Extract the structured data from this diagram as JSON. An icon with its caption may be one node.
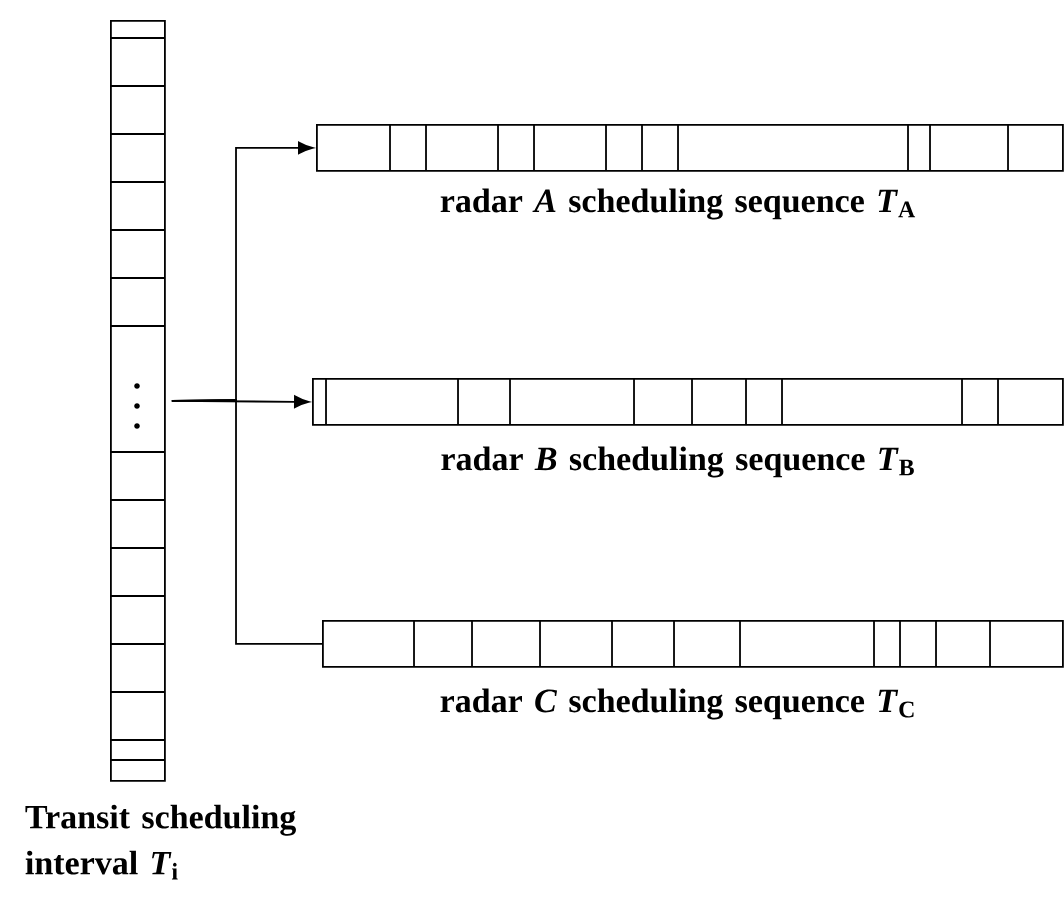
{
  "diagram": {
    "nodes": [
      {
        "text": [],
        "shape": "bar",
        "beside": [
          "Transit scheduling interval *T*$_{i}$"
        ]
      },
      {
        "text": [],
        "shape": "bar",
        "beside": [
          "radar *A* scheduling sequence *T*$_{A}$"
        ]
      },
      {
        "text": [],
        "shape": "bar",
        "beside": [
          "radar *B* scheduling sequence *T*$_{B}$"
        ]
      },
      {
        "text": [],
        "shape": "bar",
        "beside": [
          "radar *C* scheduling sequence *T*$_{C}$"
        ]
      }
    ],
    "edges": [
      {
        "from": 0,
        "to": 1,
        "arrow": "to"
      },
      {
        "from": 0,
        "to": 2,
        "arrow": "to"
      },
      {
        "from": 0,
        "to": 3,
        "arrow": "none"
      }
    ]
  }
}
